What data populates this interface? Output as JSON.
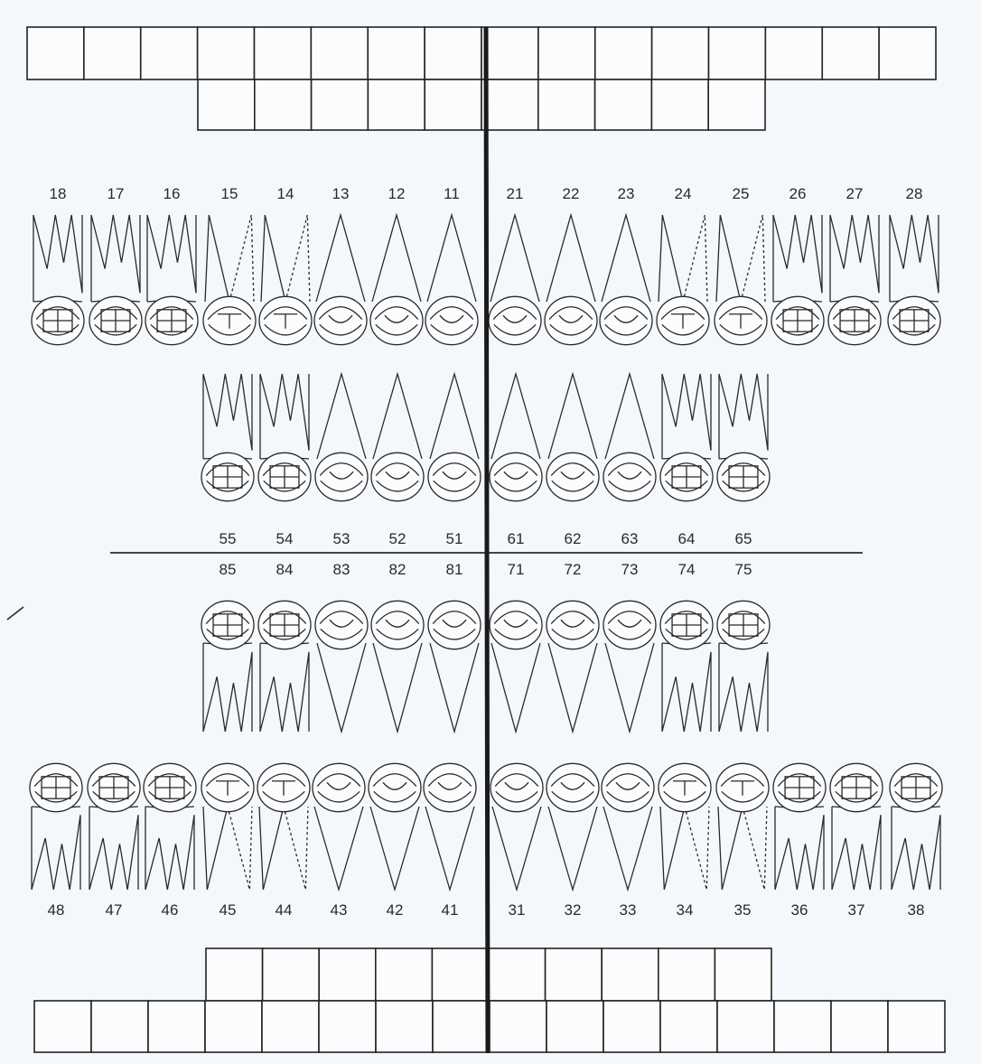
{
  "upper_permanent": [
    "18",
    "17",
    "16",
    "15",
    "14",
    "13",
    "12",
    "11",
    "21",
    "22",
    "23",
    "24",
    "25",
    "26",
    "27",
    "28"
  ],
  "upper_primary": [
    "55",
    "54",
    "53",
    "52",
    "51",
    "61",
    "62",
    "63",
    "64",
    "65"
  ],
  "lower_primary": [
    "85",
    "84",
    "83",
    "82",
    "81",
    "71",
    "72",
    "73",
    "74",
    "75"
  ],
  "lower_permanent": [
    "48",
    "47",
    "46",
    "45",
    "44",
    "43",
    "42",
    "41",
    "31",
    "32",
    "33",
    "34",
    "35",
    "36",
    "37",
    "38"
  ],
  "colors": {
    "ink": "#2a2a2a",
    "paper": "#f4f7fb",
    "midline": "#1a1a1a"
  }
}
